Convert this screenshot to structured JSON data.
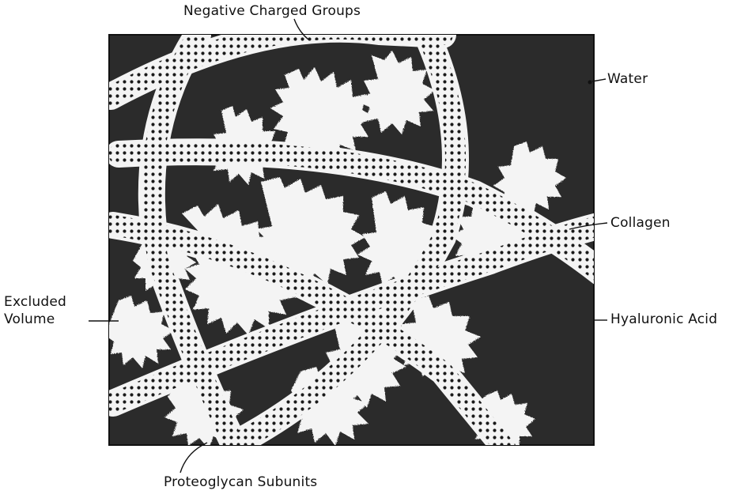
{
  "labels": {
    "negative_charged_groups": "Negative Charged Groups",
    "water": "Water",
    "collagen": "Collagen",
    "hyaluronic_acid": "Hyaluronic Acid",
    "excluded_volume_line1": "Excluded",
    "excluded_volume_line2": "Volume",
    "proteoglycan_subunits": "Proteoglycan Subunits"
  },
  "colors": {
    "background": "#ffffff",
    "panel": "#2b2b2b",
    "fiber": "#f4f4f4",
    "dots": "#1a1a1a",
    "ink": "#111111"
  }
}
